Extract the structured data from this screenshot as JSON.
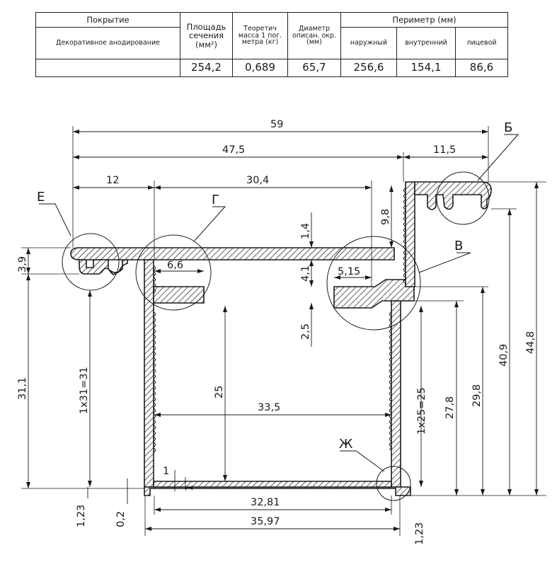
{
  "table": {
    "coating_header": "Покрытие",
    "coating_value": "Декоративное анодирование",
    "area_header": "Площадь сечения (мм²)",
    "mass_header": "Теоретич масса 1 пог. метра (кг)",
    "diameter_header": "Диаметр описан. окр. (мм)",
    "perimeter_header": "Периметр (мм)",
    "outer_header": "наружный",
    "inner_header": "внутренний",
    "face_header": "лицевой",
    "area_value": "254,2",
    "mass_value": "0,689",
    "diameter_value": "65,7",
    "outer_value": "256,6",
    "inner_value": "154,1",
    "face_value": "86,6"
  },
  "dimensions": {
    "overall_width": "59",
    "width_47_5": "47,5",
    "width_11_5": "11,5",
    "width_12": "12",
    "width_30_4": "30,4",
    "height_9_8": "9,8",
    "thickness_1_4": "1,4",
    "height_3_9": "3,9",
    "width_6_6": "6,6",
    "height_4_1": "4,1",
    "width_5_15": "5,15",
    "height_2_5": "2,5",
    "height_31_1": "31,1",
    "pitch_1x31": "1x31=31",
    "height_25": "25",
    "width_33_5": "33,5",
    "pitch_1x25": "1x25=25",
    "height_27_8": "27,8",
    "height_29_8": "29,8",
    "height_40_9": "40,9",
    "height_44_8": "44,8",
    "thickness_1_bottom": "1",
    "thickness_1_side": "1",
    "height_1_23_left": "1,23",
    "gap_0_2": "0,2",
    "width_32_81": "32,81",
    "width_35_97": "35,97",
    "height_1_23_right": "1,23"
  },
  "callouts": {
    "detail_e": "Е",
    "detail_g": "Г",
    "detail_b": "Б",
    "detail_v": "В",
    "detail_zh": "Ж"
  },
  "colors": {
    "line": "#1a1a1a",
    "hatch": "#1a1a1a",
    "background": "#ffffff"
  }
}
